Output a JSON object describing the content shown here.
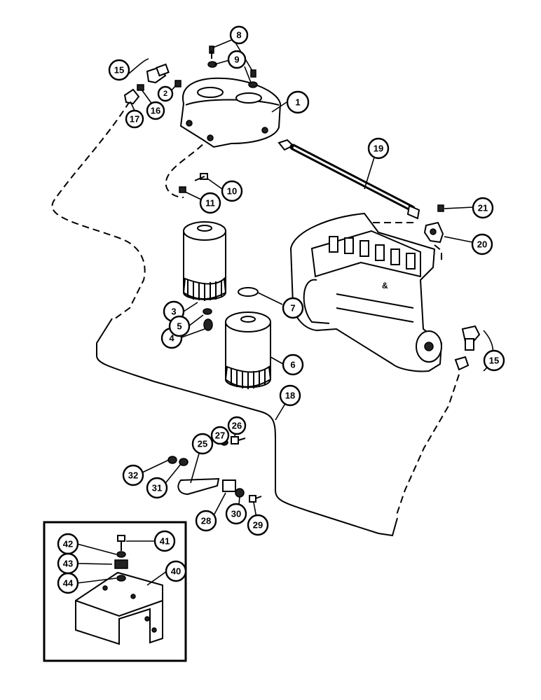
{
  "callouts": [
    {
      "id": "1",
      "label": "1"
    },
    {
      "id": "2",
      "label": "2"
    },
    {
      "id": "3",
      "label": "3"
    },
    {
      "id": "4",
      "label": "4"
    },
    {
      "id": "5",
      "label": "5"
    },
    {
      "id": "6",
      "label": "6"
    },
    {
      "id": "7",
      "label": "7"
    },
    {
      "id": "8",
      "label": "8"
    },
    {
      "id": "9",
      "label": "9"
    },
    {
      "id": "10",
      "label": "10"
    },
    {
      "id": "11",
      "label": "11"
    },
    {
      "id": "15a",
      "label": "15"
    },
    {
      "id": "15b",
      "label": "15"
    },
    {
      "id": "16",
      "label": "16"
    },
    {
      "id": "17",
      "label": "17"
    },
    {
      "id": "18",
      "label": "18"
    },
    {
      "id": "19",
      "label": "19"
    },
    {
      "id": "20",
      "label": "20"
    },
    {
      "id": "21",
      "label": "21"
    },
    {
      "id": "25",
      "label": "25"
    },
    {
      "id": "26",
      "label": "26"
    },
    {
      "id": "27",
      "label": "27"
    },
    {
      "id": "28",
      "label": "28"
    },
    {
      "id": "29",
      "label": "29"
    },
    {
      "id": "30",
      "label": "30"
    },
    {
      "id": "31",
      "label": "31"
    },
    {
      "id": "32",
      "label": "32"
    },
    {
      "id": "40",
      "label": "40"
    },
    {
      "id": "41",
      "label": "41"
    },
    {
      "id": "42",
      "label": "42"
    },
    {
      "id": "43",
      "label": "43"
    },
    {
      "id": "44",
      "label": "44"
    }
  ]
}
